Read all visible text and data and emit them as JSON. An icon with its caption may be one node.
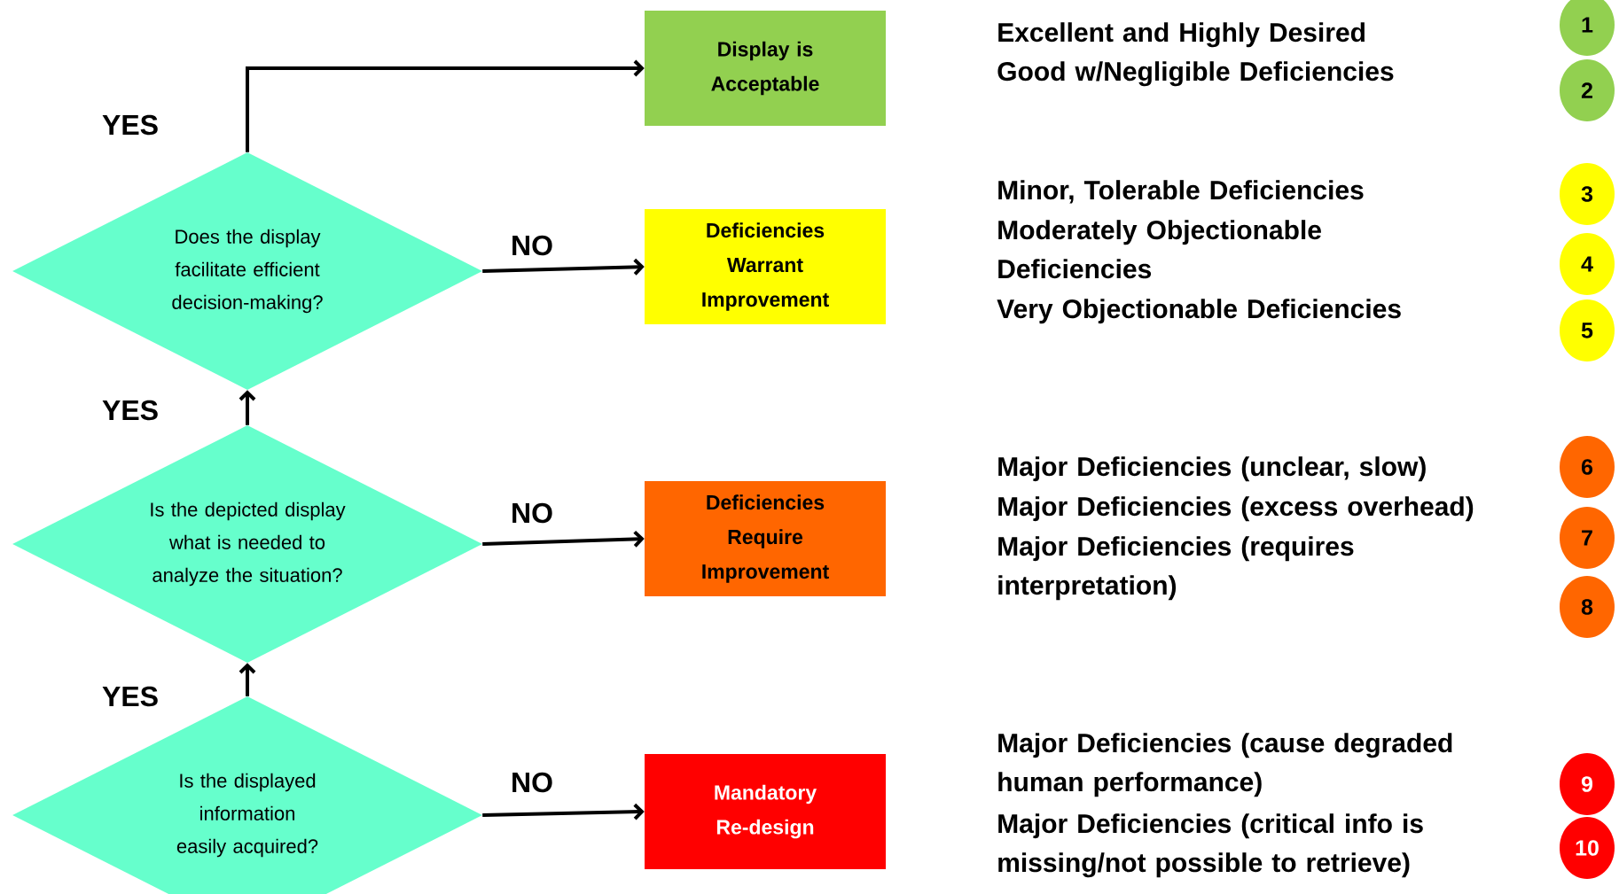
{
  "diagram": {
    "nodes": [
      {
        "text": [
          "Does the display facilitate efficient decision-making?"
        ]
      },
      {
        "text": [
          "Display is Acceptable"
        ]
      },
      {
        "text": [
          "Deficiencies Warrant Improvement"
        ]
      },
      {
        "text": [
          "Is the depicted display what is needed to analyze the situation?"
        ]
      },
      {
        "text": [
          "Deficiencies Require Improvement"
        ]
      },
      {
        "text": [
          "Is the displayed information easily acquired?"
        ]
      },
      {
        "text": [
          "Mandatory Re-design"
        ]
      },
      {
        "text": [
          "1"
        ]
      },
      {
        "text": [
          "2"
        ]
      },
      {
        "text": [
          "3"
        ]
      },
      {
        "text": [
          "4"
        ]
      },
      {
        "text": [
          "5"
        ]
      },
      {
        "text": [
          "6"
        ]
      },
      {
        "text": [
          "7"
        ]
      },
      {
        "text": [
          "8"
        ]
      },
      {
        "text": [
          "9"
        ]
      },
      {
        "text": [
          "10"
        ]
      }
    ],
    "edges": [
      {
        "from": 0,
        "to": 1,
        "arrow": "to",
        "label": "YES"
      },
      {
        "from": 0,
        "to": 2,
        "arrow": "to",
        "label": "NO"
      },
      {
        "from": 3,
        "to": 0,
        "arrow": "to",
        "label": "YES"
      },
      {
        "from": 3,
        "to": 4,
        "arrow": "to",
        "label": "NO"
      },
      {
        "from": 5,
        "to": 3,
        "arrow": "to",
        "label": "YES"
      },
      {
        "from": 5,
        "to": 6,
        "arrow": "to",
        "label": "NO"
      }
    ],
    "labels": [
      "Excellent and Highly Desired",
      "Good w/Negligible Deficiencies",
      "Minor, Tolerable Deficiencies",
      "Moderately Objectionable Deficiencies",
      "Very Objectionable Deficiencies",
      "Major Deficiencies (unclear, slow)",
      "Major Deficiencies (excess overhead)",
      "Major Deficiencies (requires interpretation)",
      "Major Deficiencies (cause degraded human performance)",
      "Major Deficiencies (critical info is missing/not possible to retrieve)"
    ]
  }
}
